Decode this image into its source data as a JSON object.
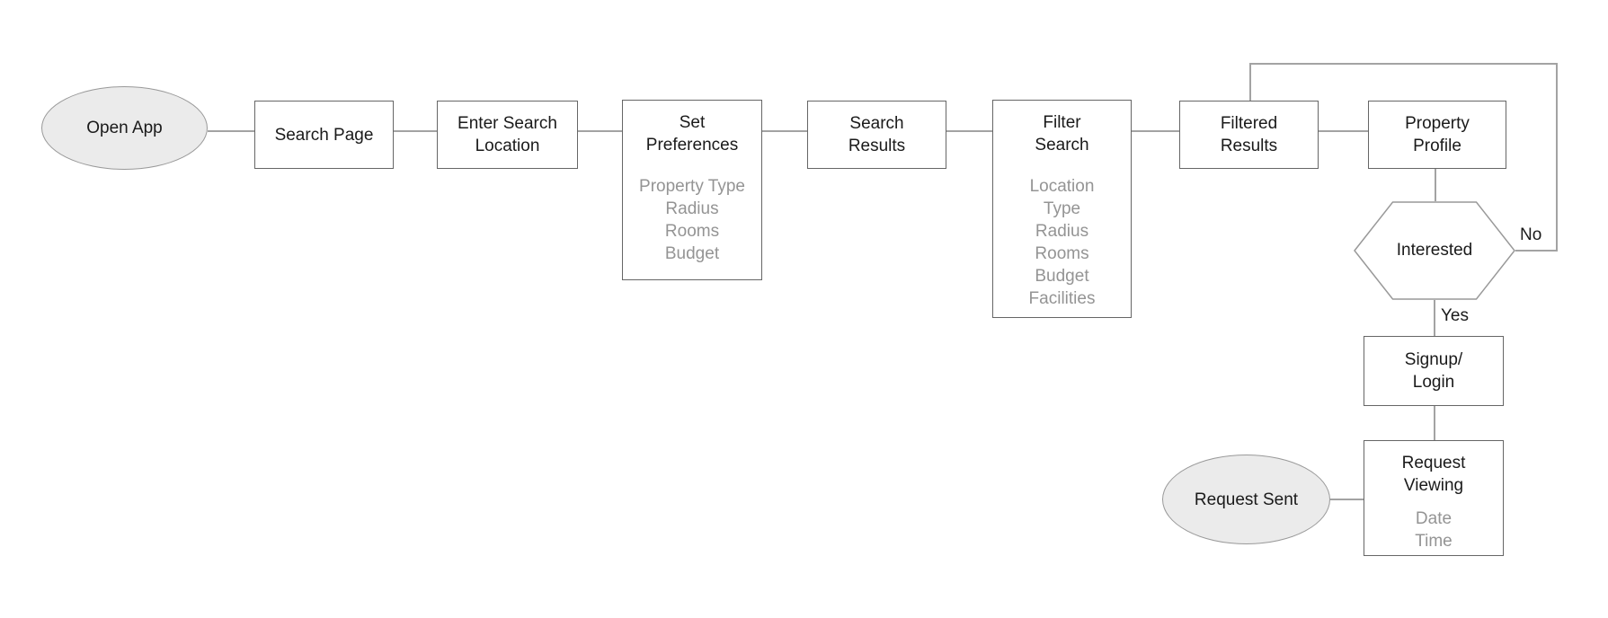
{
  "diagram": {
    "kind": "flowchart",
    "subject": "property-search-app-user-flow"
  },
  "colors": {
    "background": "#ffffff",
    "process_border": "#666666",
    "terminal_border": "#999999",
    "terminal_fill": "#ebebeb",
    "decision_border": "#999999",
    "connector": "#a3a3a3",
    "title_text": "#1a1a1a",
    "detail_text": "#949494"
  },
  "nodes": {
    "open_app": {
      "type": "terminal",
      "lines": [
        "Open App"
      ]
    },
    "search_page": {
      "type": "process",
      "lines": [
        "Search Page"
      ]
    },
    "enter_search_location": {
      "type": "process",
      "lines": [
        "Enter Search",
        "Location"
      ]
    },
    "set_preferences": {
      "type": "process-detail",
      "lines": [
        "Set",
        "Preferences"
      ],
      "details": [
        "Property Type",
        "Radius",
        "Rooms",
        "Budget"
      ]
    },
    "search_results": {
      "type": "process",
      "lines": [
        "Search",
        "Results"
      ]
    },
    "filter_search": {
      "type": "process-detail",
      "lines": [
        "Filter",
        "Search"
      ],
      "details": [
        "Location",
        "Type",
        "Radius",
        "Rooms",
        "Budget",
        "Facilities"
      ]
    },
    "filtered_results": {
      "type": "process",
      "lines": [
        "Filtered",
        "Results"
      ]
    },
    "property_profile": {
      "type": "process",
      "lines": [
        "Property",
        "Profile"
      ]
    },
    "interested": {
      "type": "decision",
      "lines": [
        "Interested"
      ]
    },
    "signup_login": {
      "type": "process",
      "lines": [
        "Signup/",
        "Login"
      ]
    },
    "request_viewing": {
      "type": "process-detail",
      "lines": [
        "Request",
        "Viewing"
      ],
      "details": [
        "Date",
        "Time"
      ]
    },
    "request_sent": {
      "type": "terminal",
      "lines": [
        "Request Sent"
      ]
    }
  },
  "edge_labels": {
    "no": "No",
    "yes": "Yes"
  }
}
